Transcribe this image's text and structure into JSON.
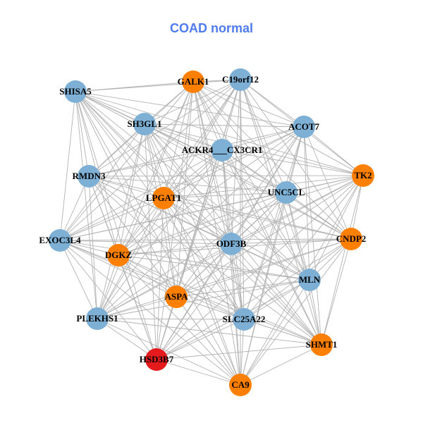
{
  "title": "COAD normal",
  "colors": {
    "blue": "#7eb0d5",
    "orange": "#ff7f00",
    "red": "#e41a1c",
    "edge": "#b3b3b3"
  },
  "nodes": [
    {
      "id": "SHISA5",
      "group": "blue"
    },
    {
      "id": "GALK1",
      "group": "orange"
    },
    {
      "id": "C19orf12",
      "group": "blue"
    },
    {
      "id": "SH3GL1",
      "group": "blue"
    },
    {
      "id": "ACOT7",
      "group": "blue"
    },
    {
      "id": "ACKR4___CX3CR1",
      "group": "blue"
    },
    {
      "id": "TK2",
      "group": "orange"
    },
    {
      "id": "RMDN3",
      "group": "blue"
    },
    {
      "id": "UNC5CL",
      "group": "blue"
    },
    {
      "id": "LPGAT1",
      "group": "orange"
    },
    {
      "id": "EXOC3L4",
      "group": "blue"
    },
    {
      "id": "CNDP2",
      "group": "orange"
    },
    {
      "id": "ODF3B",
      "group": "blue"
    },
    {
      "id": "DGKZ",
      "group": "orange"
    },
    {
      "id": "MLN",
      "group": "blue"
    },
    {
      "id": "ASPA",
      "group": "orange"
    },
    {
      "id": "PLEKHS1",
      "group": "blue"
    },
    {
      "id": "SLC25A22",
      "group": "blue"
    },
    {
      "id": "SHMT1",
      "group": "orange"
    },
    {
      "id": "HSD3B7",
      "group": "red"
    },
    {
      "id": "CA9",
      "group": "orange"
    }
  ],
  "edges_complete_graph": true
}
